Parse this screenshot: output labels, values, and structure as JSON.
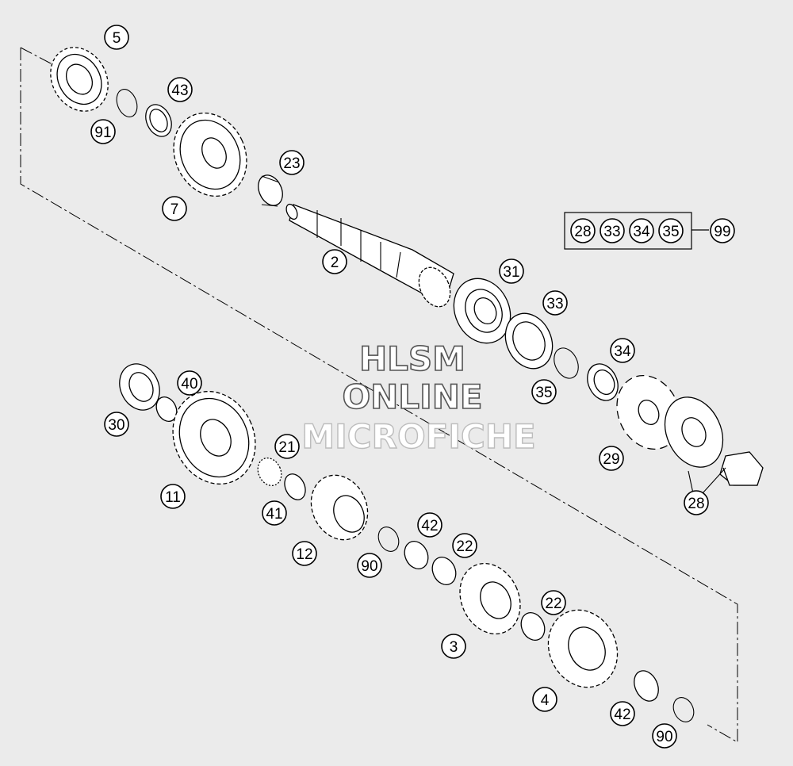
{
  "callouts": [
    {
      "id": "c5",
      "label": "5"
    },
    {
      "id": "c43",
      "label": "43"
    },
    {
      "id": "c91",
      "label": "91"
    },
    {
      "id": "c23",
      "label": "23"
    },
    {
      "id": "c7",
      "label": "7"
    },
    {
      "id": "c2",
      "label": "2"
    },
    {
      "id": "c31",
      "label": "31"
    },
    {
      "id": "c33",
      "label": "33"
    },
    {
      "id": "c34",
      "label": "34"
    },
    {
      "id": "c35",
      "label": "35"
    },
    {
      "id": "c29",
      "label": "29"
    },
    {
      "id": "c28",
      "label": "28"
    },
    {
      "id": "c40",
      "label": "40"
    },
    {
      "id": "c30",
      "label": "30"
    },
    {
      "id": "c11",
      "label": "11"
    },
    {
      "id": "c21",
      "label": "21"
    },
    {
      "id": "c41",
      "label": "41"
    },
    {
      "id": "c12",
      "label": "12"
    },
    {
      "id": "c42a",
      "label": "42"
    },
    {
      "id": "c90a",
      "label": "90"
    },
    {
      "id": "c22a",
      "label": "22"
    },
    {
      "id": "c3",
      "label": "3"
    },
    {
      "id": "c22b",
      "label": "22"
    },
    {
      "id": "c4",
      "label": "4"
    },
    {
      "id": "c42b",
      "label": "42"
    },
    {
      "id": "c90b",
      "label": "90"
    }
  ],
  "kit": {
    "items": [
      "28",
      "33",
      "34",
      "35"
    ],
    "target": "99"
  },
  "watermark": {
    "line1": "HLSM",
    "line2": "ONLINE",
    "line3": "MICROFICHE"
  }
}
